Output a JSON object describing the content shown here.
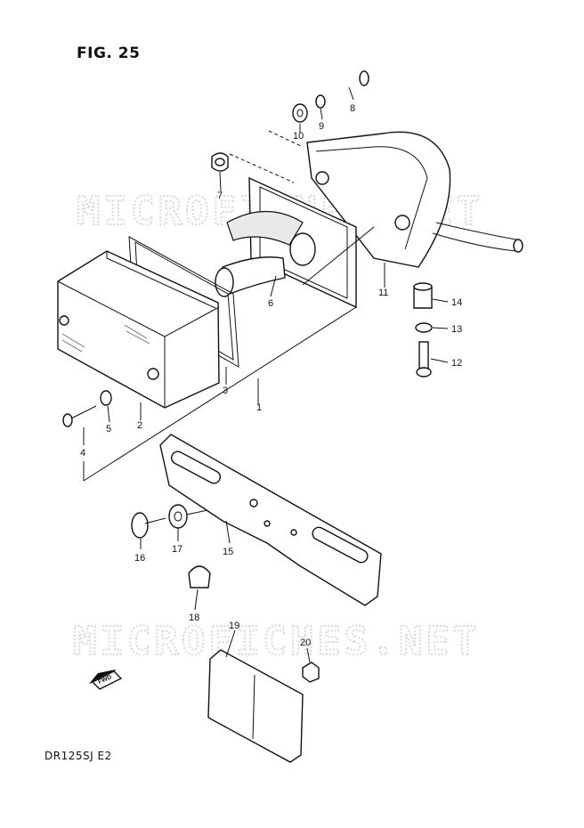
{
  "figure": {
    "title": "FIG. 25",
    "model_code": "DR125SJ  E2",
    "watermark": "MICROFICHES.NET",
    "direction_label": "FWD"
  },
  "part_numbers": [
    "1",
    "2",
    "3",
    "4",
    "5",
    "6",
    "7",
    "8",
    "9",
    "10",
    "11",
    "12",
    "13",
    "14",
    "15",
    "16",
    "17",
    "18",
    "19",
    "20"
  ]
}
